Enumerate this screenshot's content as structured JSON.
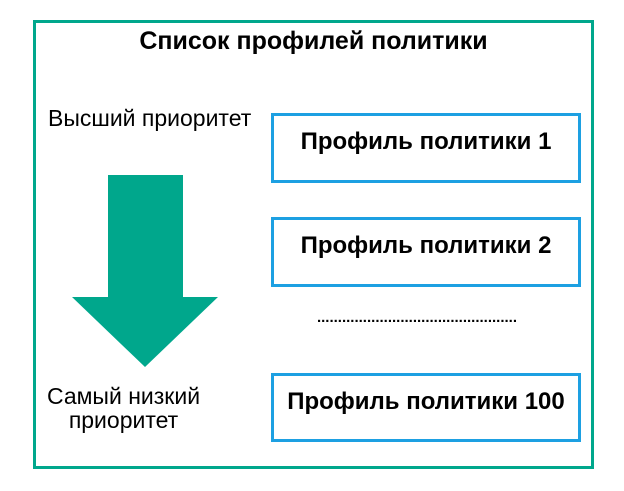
{
  "diagram": {
    "title": "Список профилей политики",
    "priority": {
      "high_label": "Высший приоритет",
      "low_label": "Самый низкий приоритет"
    },
    "arrow": {
      "icon": "down-arrow",
      "meaning": "priority decreases downward"
    },
    "profiles": [
      {
        "label": "Профиль политики 1"
      },
      {
        "label": "Профиль политики 2"
      },
      {
        "label": "Профиль политики 100"
      }
    ],
    "ellipsis_dots": "................................................",
    "colors": {
      "frame_border": "#00a78c",
      "arrow_fill": "#00a78c",
      "profile_box_border": "#1da0e2",
      "text": "#000000",
      "background": "#ffffff"
    }
  }
}
